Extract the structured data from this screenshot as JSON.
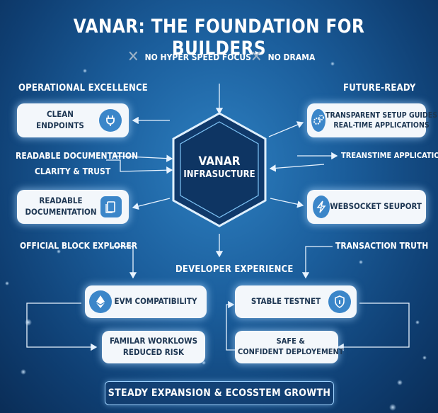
{
  "title": "VANAR: THE FOUNDATION FOR BUILDERS",
  "negatives": [
    "NO HYPER SPEED FOCUS",
    "NO DRAMA"
  ],
  "sections": {
    "left": "OPERATIONAL EXCELLENCE",
    "right": "FUTURE-READY",
    "bottom": "DEVELOPER EXPERIENCE"
  },
  "center": {
    "line1": "VANAR",
    "line2": "INFRASUCTURE"
  },
  "left_cards": {
    "clean": [
      "CLEAN",
      "ENDPOINTS"
    ],
    "readable": [
      "READABLE",
      "DOCUMENTATION"
    ]
  },
  "left_labels": {
    "readable_doc": "READABLE DOCUMENTATION",
    "clarity": "CLARITY & TRUST",
    "explorer": "OFFICIAL BLOCK EXPLORER"
  },
  "right_cards": {
    "setup": [
      "TRANSPARENT SETUP GUIDES",
      "REAL-TIME APPLICATIONS"
    ],
    "websocket": "WEBSOCKET SEUPORT"
  },
  "right_labels": {
    "transtime": "TREANSTIME APPLICATIONS",
    "truth": "TRANSACTION TRUTH"
  },
  "bottom_cards": {
    "evm": "EVM COMPATIBILITY",
    "familiar": [
      "FAMILAR WORKLOWS",
      "REDUCED RISK"
    ],
    "testnet": "STABLE TESTNET",
    "safe": [
      "SAFE &",
      "CONFIDENT DEPLOYEMENT"
    ]
  },
  "footer": "STEADY EXPANSION & ECOSSTEM GROWTH",
  "icons": {
    "negatives": "x-icon",
    "clean": "plug-icon",
    "readable": "document-icon",
    "setup": "gears-icon",
    "websocket": "lightning-icon",
    "evm": "ethereum-icon",
    "testnet": "shield-icon"
  },
  "colors": {
    "accent": "#3b86c9",
    "card": "#f3f7fb",
    "glow": "#9ed2ff"
  }
}
